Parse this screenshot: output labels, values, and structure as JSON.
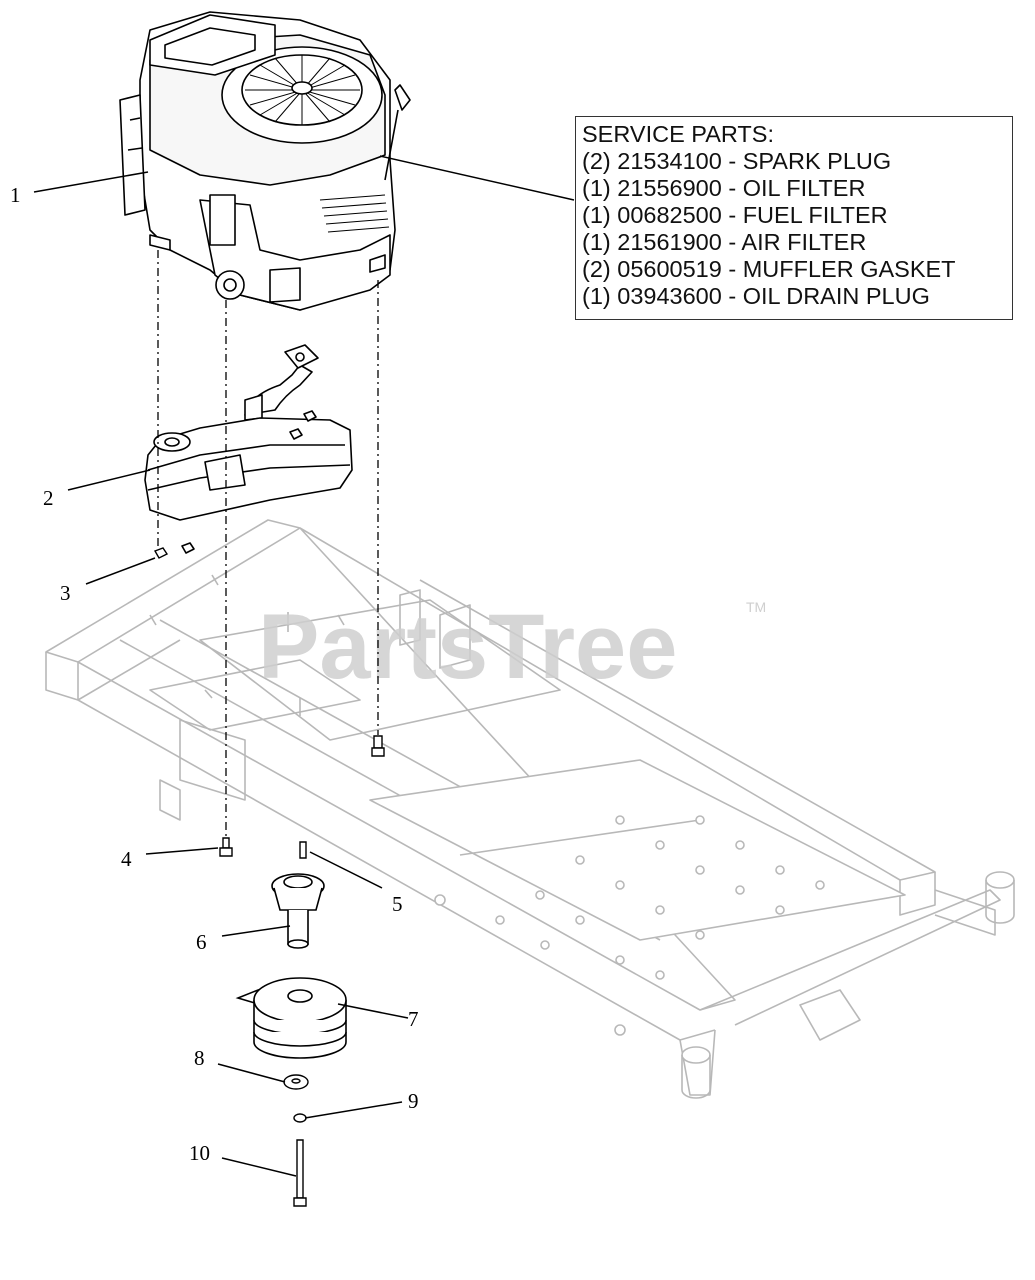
{
  "service_parts": {
    "title": "SERVICE PARTS:",
    "items": [
      "(2) 21534100 - SPARK PLUG",
      "(1) 21556900 - OIL FILTER",
      "(1) 00682500 - FUEL FILTER",
      "(1) 21561900 - AIR FILTER",
      "(2) 05600519 - MUFFLER GASKET",
      "(1) 03943600 - OIL DRAIN PLUG"
    ]
  },
  "callouts": [
    "1",
    "2",
    "3",
    "4",
    "5",
    "6",
    "7",
    "8",
    "9",
    "10"
  ],
  "watermark": {
    "text": "PartsTree",
    "tm": "TM"
  },
  "colors": {
    "line": "#000000",
    "frame": "#b8b8b8",
    "watermark": "#cfcfcf"
  }
}
